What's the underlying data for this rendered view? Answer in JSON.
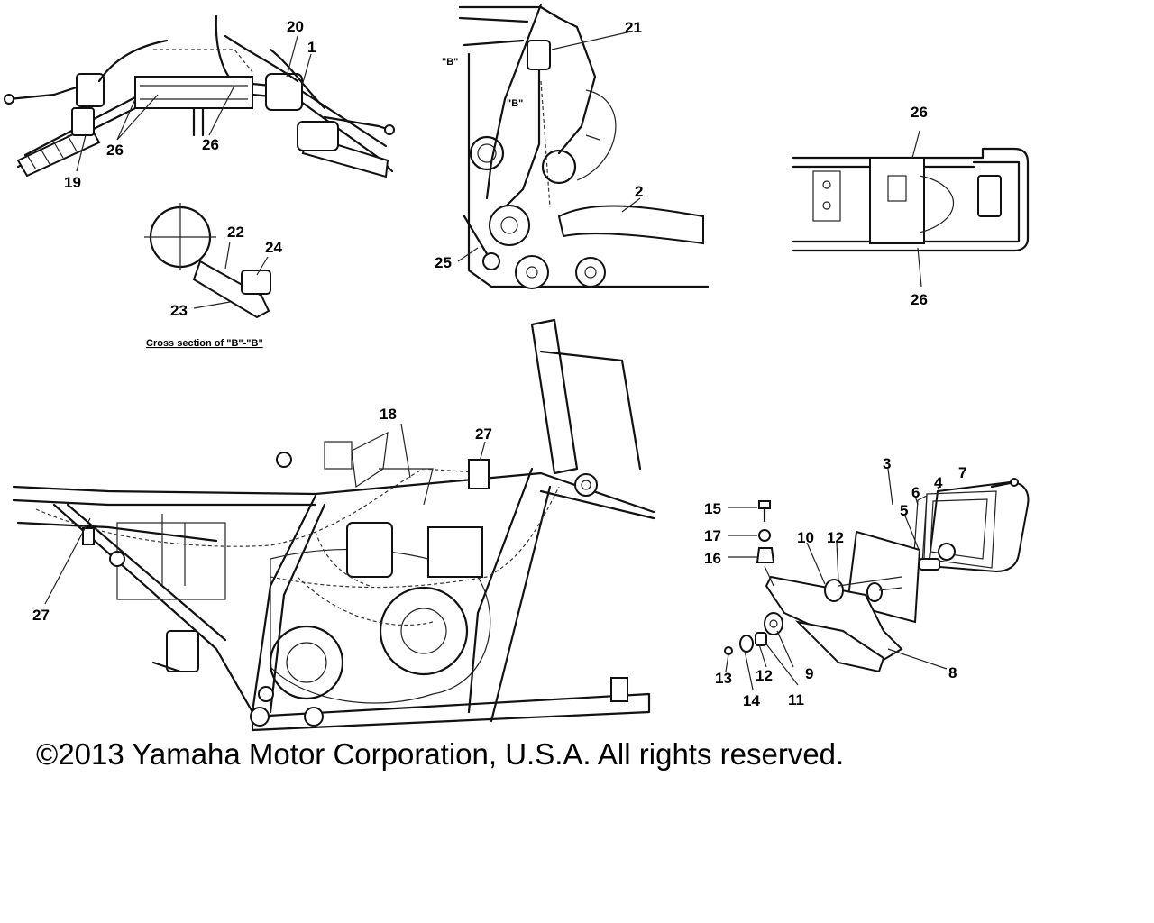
{
  "copyright": "©2013 Yamaha Motor Corporation, U.S.A. All rights reserved.",
  "cross_section_caption": "Cross section of \"B\"-\"B\"",
  "markers": {
    "b1": "\"B\"",
    "b2": "\"B\""
  },
  "callouts": {
    "c1": "1",
    "c2": "2",
    "c3": "3",
    "c4": "4",
    "c5": "5",
    "c6": "6",
    "c7": "7",
    "c8": "8",
    "c9": "9",
    "c10": "10",
    "c11": "11",
    "c12a": "12",
    "c12b": "12",
    "c13": "13",
    "c14": "14",
    "c15": "15",
    "c16": "16",
    "c17": "17",
    "c18": "18",
    "c19": "19",
    "c20": "20",
    "c21": "21",
    "c22": "22",
    "c23": "23",
    "c24": "24",
    "c25": "25",
    "c26a": "26",
    "c26b": "26",
    "c26c": "26",
    "c26d": "26",
    "c27a": "27",
    "c27b": "27"
  }
}
